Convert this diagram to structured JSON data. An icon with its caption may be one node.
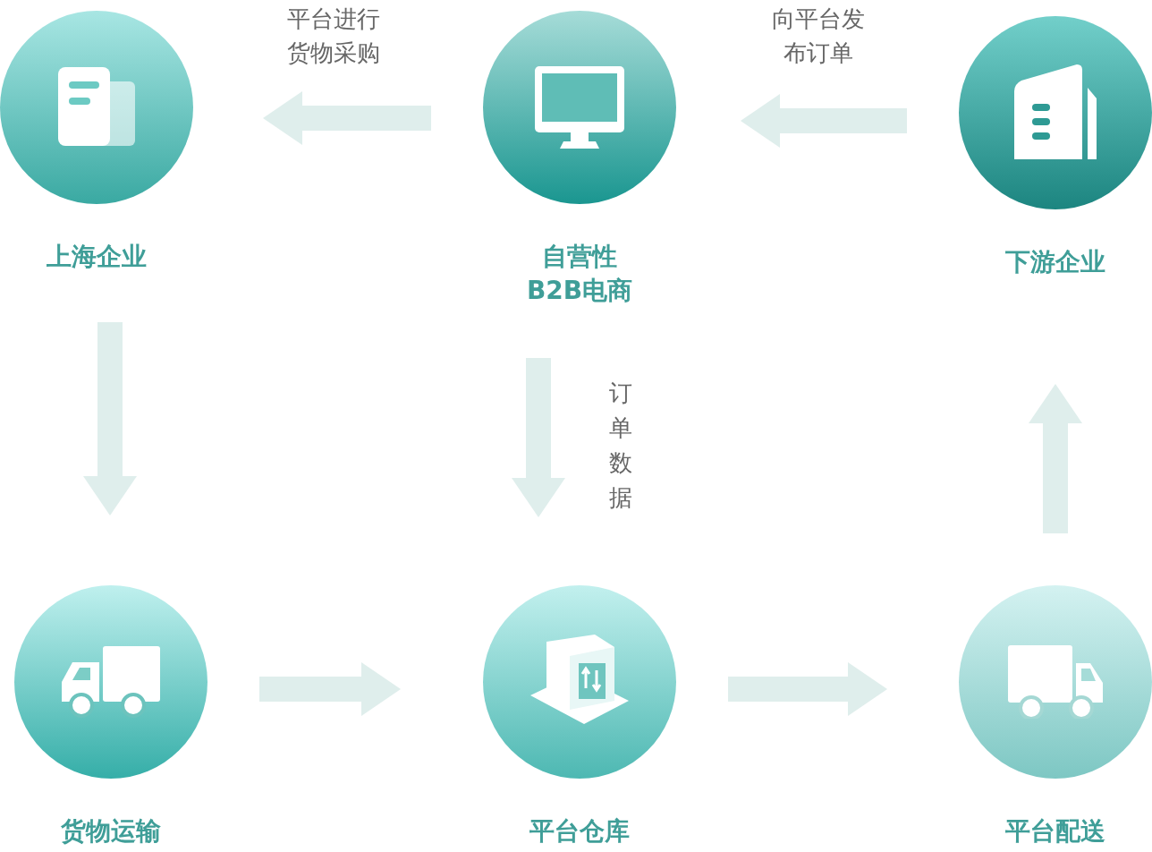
{
  "diagram": {
    "nodes": [
      {
        "text": [
          "上海企业"
        ]
      },
      {
        "text": [
          "自营性 B2B电商"
        ]
      },
      {
        "text": [
          "下游企业"
        ]
      },
      {
        "text": [
          "货物运输"
        ]
      },
      {
        "text": [
          "平台仓库"
        ]
      },
      {
        "text": [
          "平台配送"
        ]
      }
    ],
    "edges": [
      {
        "from": 2,
        "to": 1,
        "arrow": "to",
        "label": "向平台发布订单"
      },
      {
        "from": 1,
        "to": 0,
        "arrow": "to",
        "label": "平台进行货物采购"
      },
      {
        "from": 0,
        "to": 3,
        "arrow": "to"
      },
      {
        "from": 1,
        "to": 4,
        "arrow": "to",
        "label": "订单数据"
      },
      {
        "from": 3,
        "to": 4,
        "arrow": "to"
      },
      {
        "from": 4,
        "to": 5,
        "arrow": "to"
      },
      {
        "from": 5,
        "to": 2,
        "arrow": "to"
      }
    ]
  }
}
